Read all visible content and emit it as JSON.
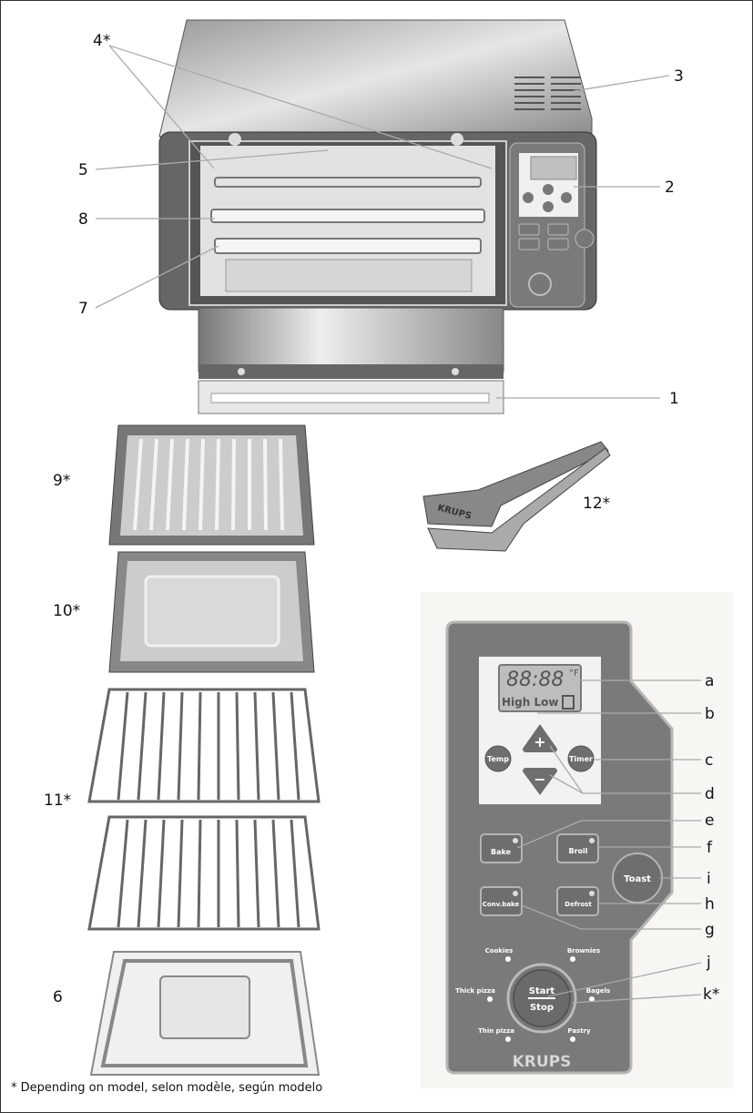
{
  "callouts": {
    "oven": {
      "n1": "1",
      "n2": "2",
      "n3": "3",
      "n4": "4*",
      "n5": "5",
      "n7": "7",
      "n8": "8"
    },
    "accessories": {
      "n9": "9*",
      "n10": "10*",
      "n11": "11*",
      "n6": "6",
      "n12": "12*"
    },
    "panel": {
      "a": "a",
      "b": "b",
      "c": "c",
      "d": "d",
      "e": "e",
      "f": "f",
      "g": "g",
      "h": "h",
      "i": "i",
      "j": "j",
      "k": "k*"
    }
  },
  "panel": {
    "display_digits": "88:88",
    "display_unit": "°F",
    "display_modes": "High Low",
    "temp": "Temp",
    "timer": "Timer",
    "plus": "+",
    "minus": "−",
    "bake": "Bake",
    "broil": "Broil",
    "toast": "Toast",
    "conv_bake": "Conv.bake",
    "defrost": "Defrost",
    "presets": {
      "cookies": "Cookies",
      "brownies": "Brownies",
      "thick_pizza": "Thick pizza",
      "bagels": "Bagels",
      "thin_pizza": "Thin pizza",
      "pastry": "Pastry"
    },
    "start": "Start",
    "stop": "Stop",
    "brand": "KRUPS"
  },
  "tongs_brand": "KRUPS",
  "footnote": "* Depending on model, selon modèle, según modelo",
  "colors": {
    "panel": "#7a7a7a",
    "panel_border": "#b5b5b5",
    "button": "#6e6e6e",
    "screen": "#f2f2f2",
    "lcd": "#bdbdbd"
  }
}
